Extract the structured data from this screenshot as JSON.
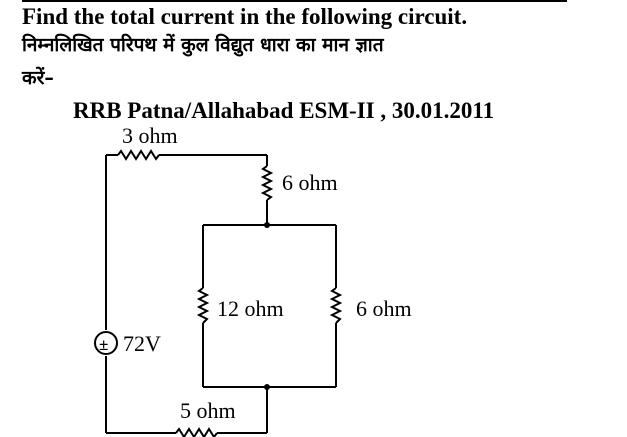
{
  "question": {
    "english": "Find the total current in the following circuit.",
    "hindi_line1": "निम्नलिखित परिपथ में कुल विद्युत धारा का मान ज्ञात",
    "hindi_line2": "करें–",
    "exam": "RRB Patna/Allahabad ESM-II , 30.01.2011"
  },
  "circuit": {
    "r_top": "3 ohm",
    "r_series": "6 ohm",
    "r_left_parallel": "12 ohm",
    "r_right_parallel": "6 ohm",
    "r_bottom": "5 ohm",
    "source": "72V",
    "source_symbol": "±"
  }
}
